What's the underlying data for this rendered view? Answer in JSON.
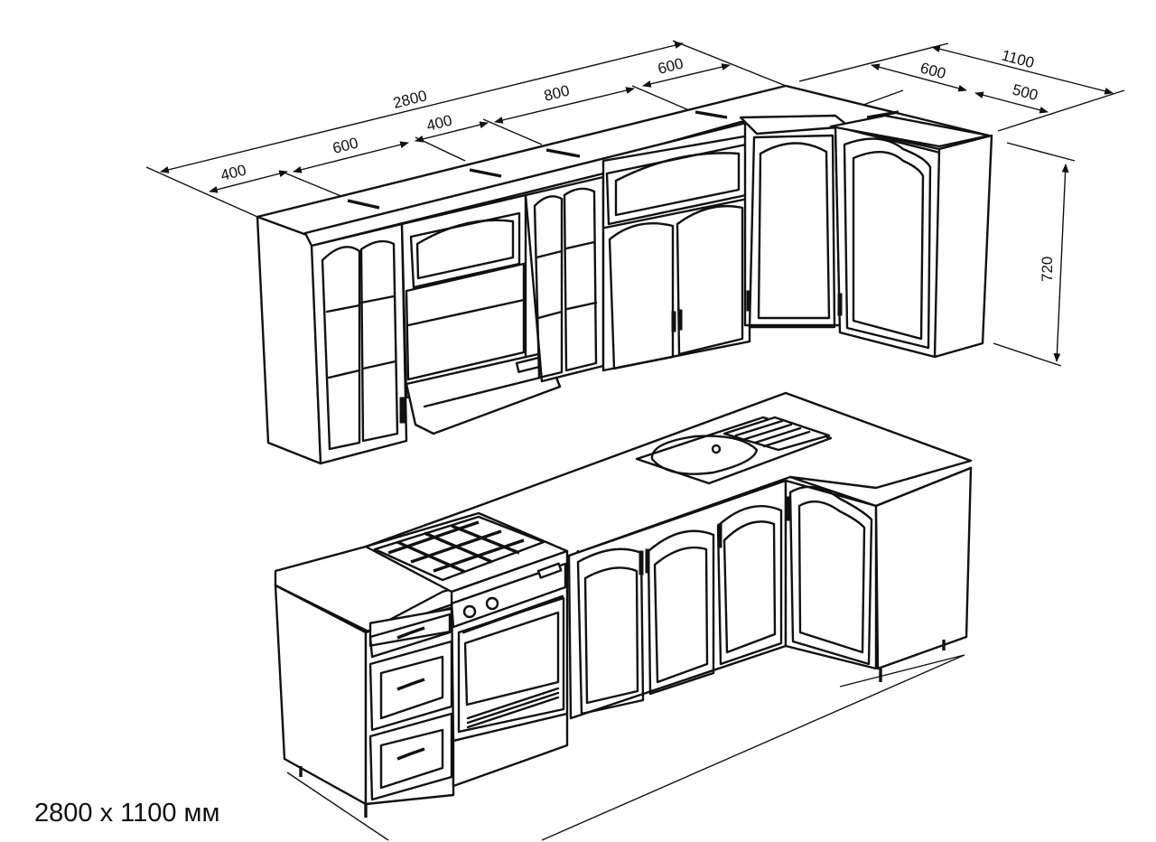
{
  "dimensions": {
    "total_length": "2800",
    "total_depth": "1100",
    "height": "720",
    "upper_segments": [
      "400",
      "600",
      "400",
      "800",
      "600"
    ],
    "side_segments": [
      "600",
      "500"
    ]
  },
  "caption": "2800 x 1100 мм"
}
